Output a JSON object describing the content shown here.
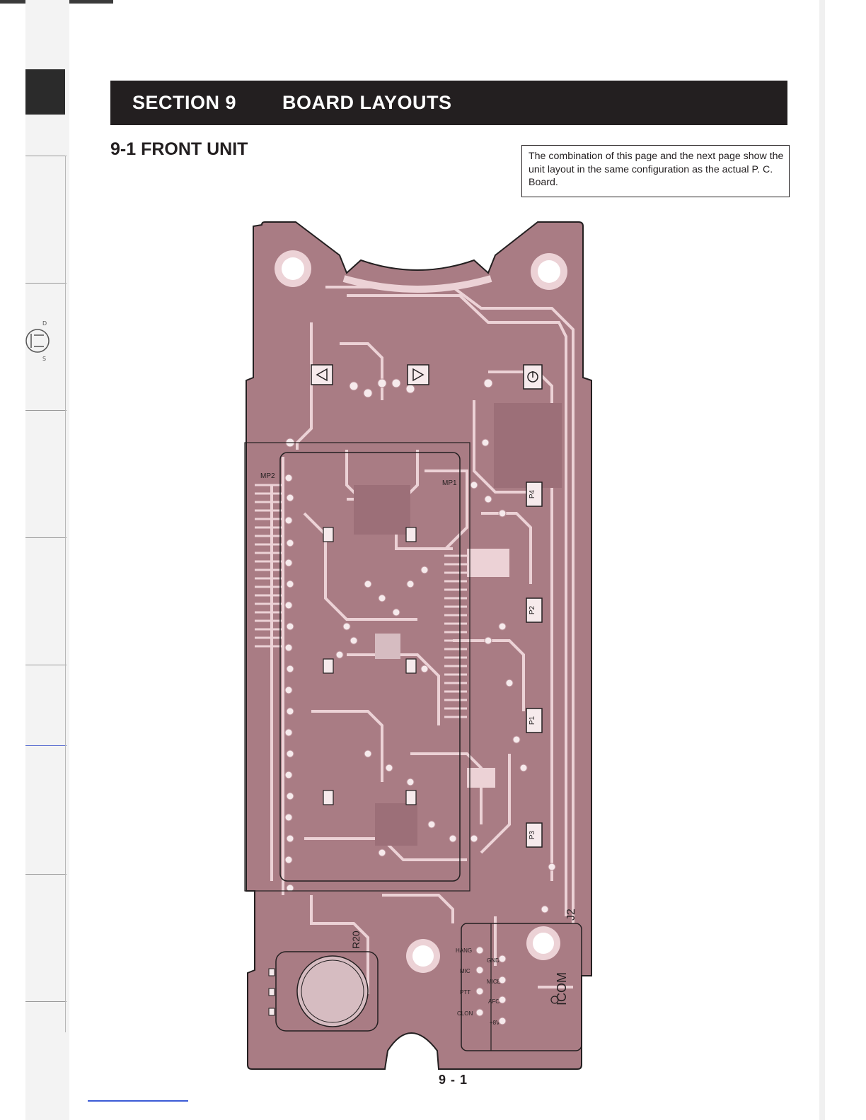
{
  "header": {
    "section": "SECTION  9",
    "title": "BOARD LAYOUTS"
  },
  "subtitle": "9-1 FRONT UNIT",
  "note": "The combination of this page and the next page show the unit layout in the same configuration as the actual P. C. Board.",
  "board": {
    "ref_mp1": "MP1",
    "ref_mp2": "MP2",
    "ref_r20": "R20",
    "ref_j2": "J2",
    "brand": "ICOM",
    "pins_left": [
      "HANG",
      "MIC",
      "PTT",
      "CLON"
    ],
    "pins_right": [
      "GND",
      "MICE",
      "AFO",
      "+8V"
    ],
    "pad_labels": [
      "P4",
      "P2",
      "P1",
      "P3"
    ],
    "colors": {
      "board": "#a97c84",
      "trace": "#ecd2d6",
      "pad": "#f6eaec",
      "outline": "#231f20"
    }
  },
  "page_number": "9 - 1"
}
